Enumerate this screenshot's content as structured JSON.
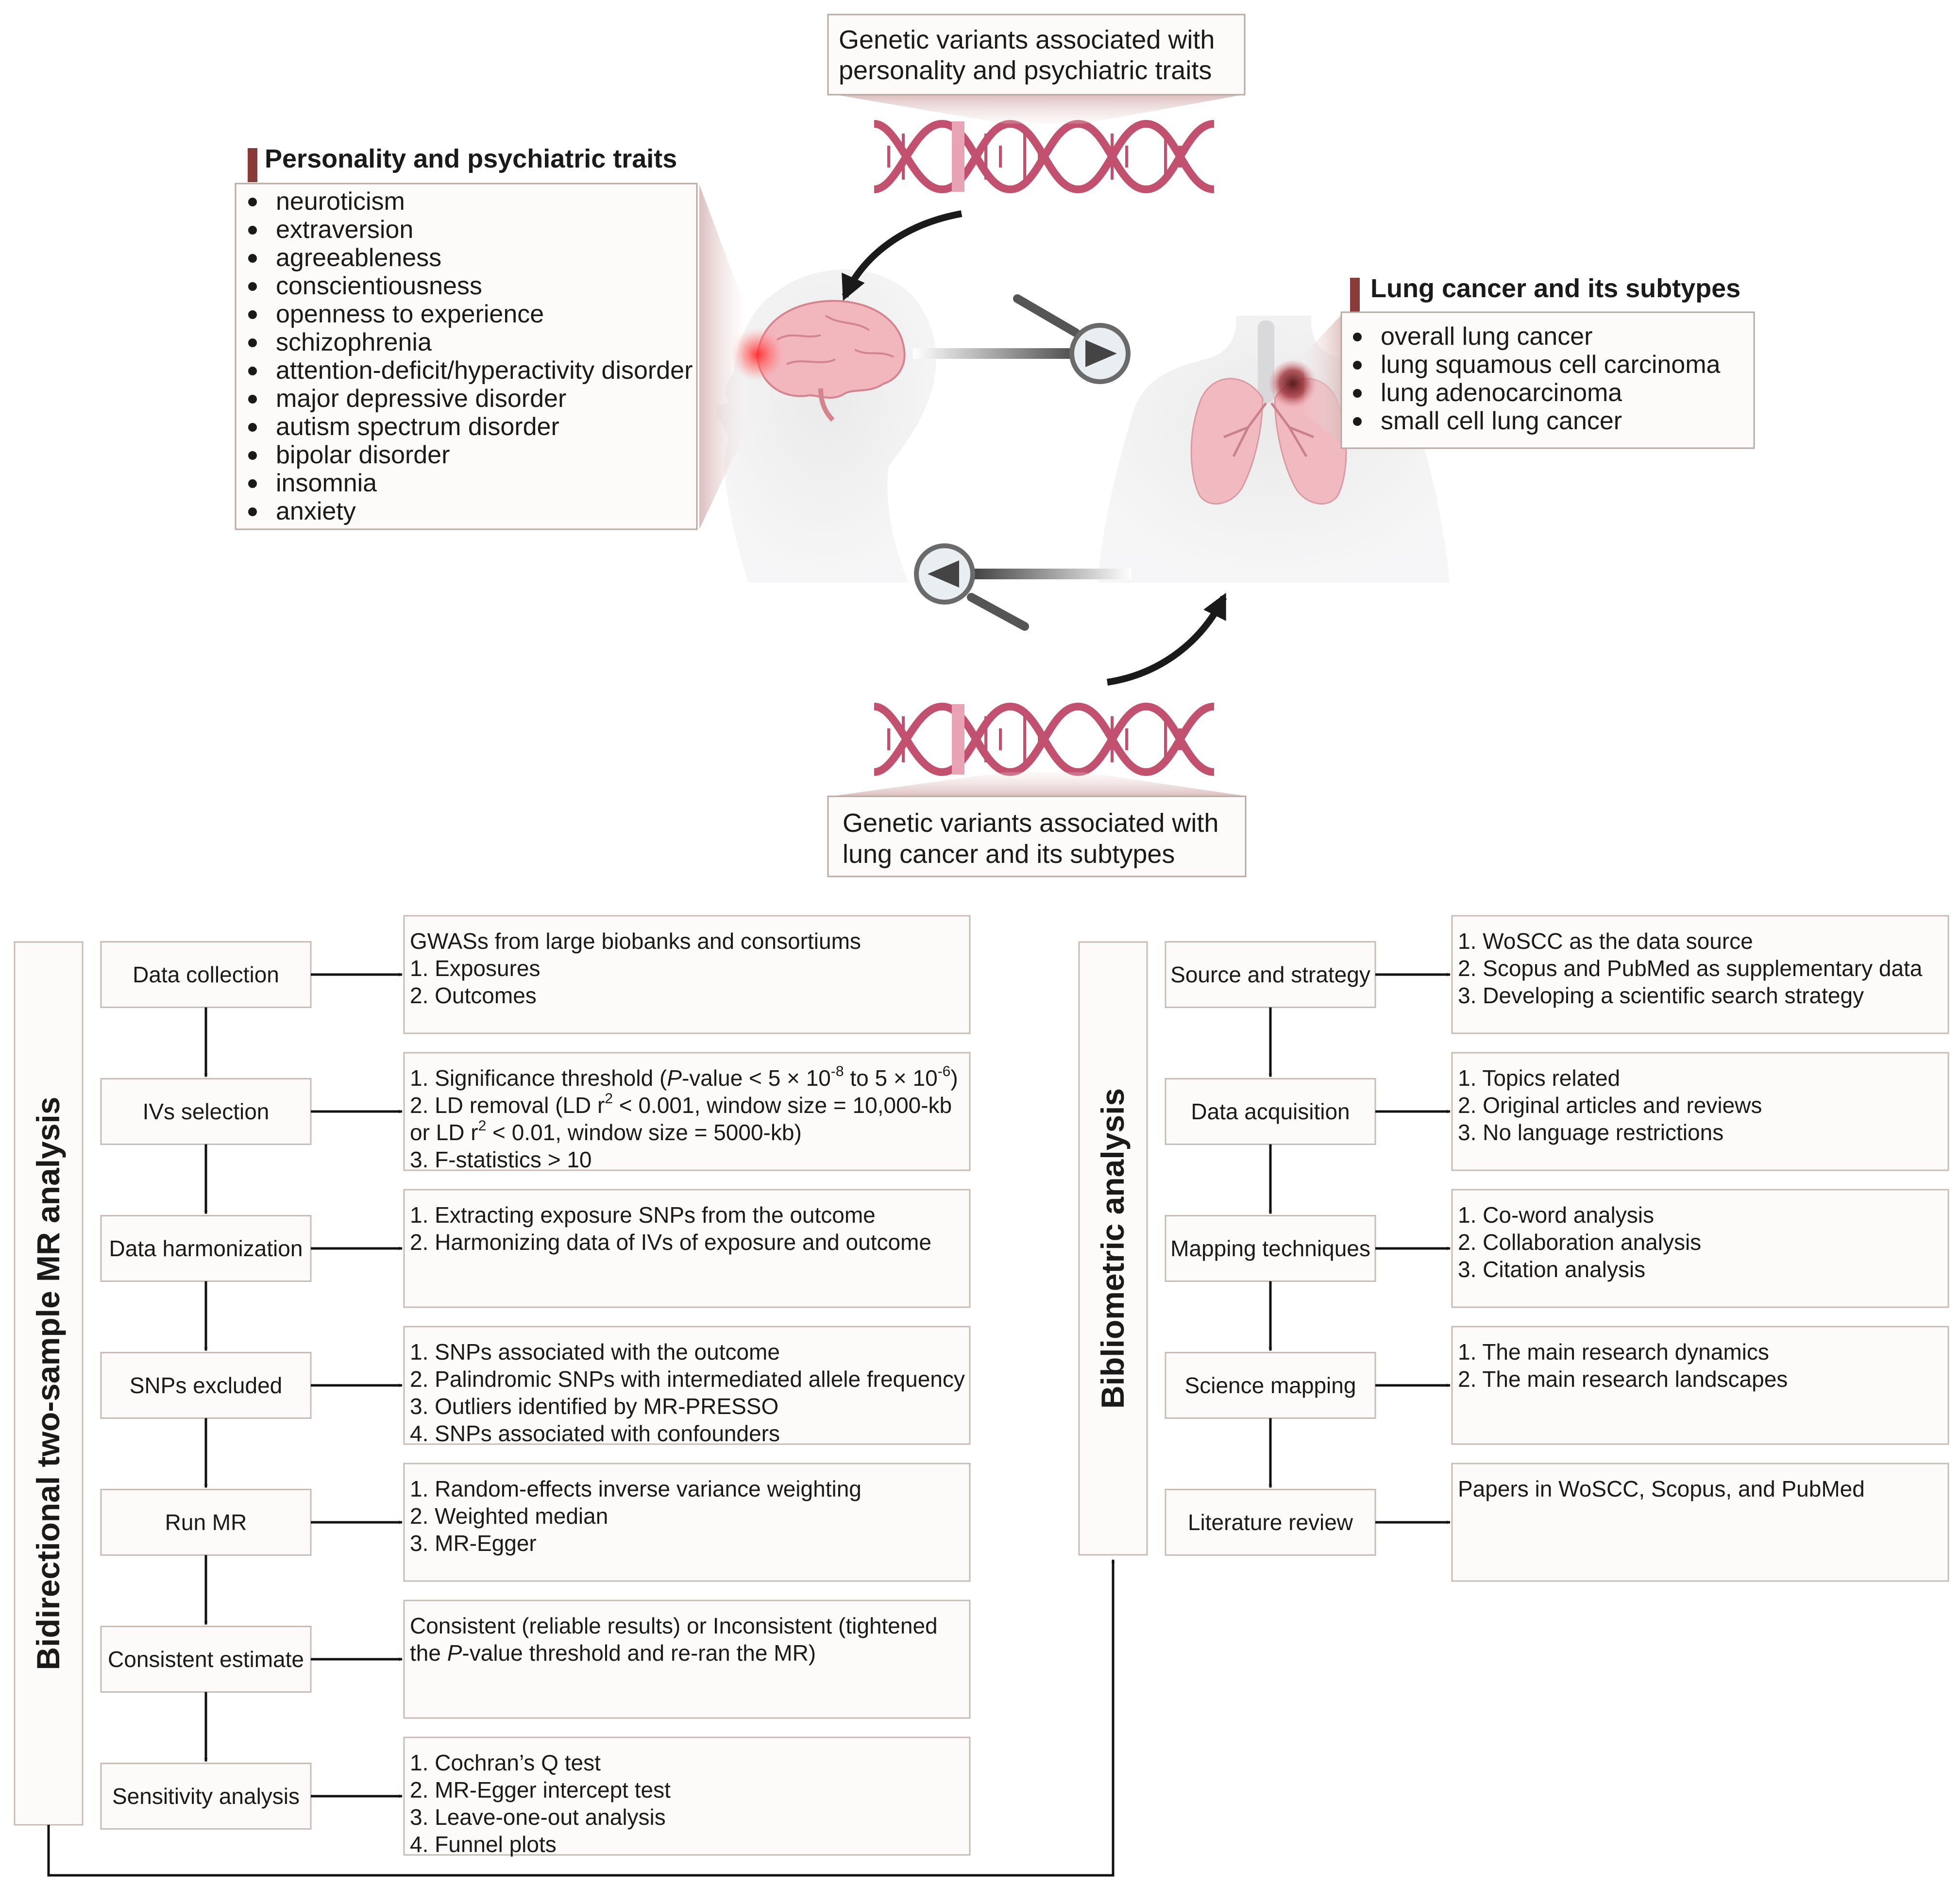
{
  "top": {
    "variants_personality": [
      "Genetic variants associated with",
      "personality and psychiatric traits"
    ],
    "variants_lung": [
      "Genetic variants associated with",
      "lung cancer and its subtypes"
    ],
    "personality_title": "Personality and psychiatric traits",
    "personality_items": [
      "neuroticism",
      "extraversion",
      "agreeableness",
      "conscientiousness",
      "openness to experience",
      "schizophrenia",
      "attention-deficit/hyperactivity disorder",
      "major depressive disorder",
      "autism spectrum disorder",
      "bipolar disorder",
      "insomnia",
      "anxiety"
    ],
    "lung_title": "Lung cancer and its subtypes",
    "lung_items": [
      "overall lung cancer",
      "lung squamous cell carcinoma",
      "lung adenocarcinoma",
      "small cell lung cancer"
    ]
  },
  "mr": {
    "title": "Bidirectional two-sample MR analysis",
    "steps": [
      {
        "label": "Data collection",
        "details": [
          "GWASs from large biobanks and consortiums",
          "1. Exposures",
          "2. Outcomes"
        ]
      },
      {
        "label": "IVs selection",
        "details": [
          "1. Significance threshold (P-value < 5 × 10-8 to 5 × 10-6)",
          "2. LD removal (LD r2 < 0.001, window size = 10,000-kb",
          "or LD r2 < 0.01, window size = 5000-kb)",
          "3. F-statistics > 10"
        ]
      },
      {
        "label": "Data harmonization",
        "details": [
          "1. Extracting exposure SNPs from the outcome",
          "2. Harmonizing data of IVs of exposure and outcome"
        ]
      },
      {
        "label": "SNPs excluded",
        "details": [
          "1. SNPs associated with the outcome",
          "2. Palindromic SNPs with intermediated allele frequency",
          "3. Outliers identified by MR-PRESSO",
          "4. SNPs associated with confounders"
        ]
      },
      {
        "label": "Run MR",
        "details": [
          "1. Random-effects inverse variance weighting",
          "2. Weighted median",
          "3. MR-Egger"
        ]
      },
      {
        "label": "Consistent estimate",
        "details": [
          "Consistent (reliable results) or Inconsistent (tightened",
          "the P-value threshold and re-ran the MR)"
        ]
      },
      {
        "label": "Sensitivity analysis",
        "details": [
          "1. Cochran’s Q test",
          "2. MR-Egger intercept test",
          "3. Leave-one-out analysis",
          "4. Funnel plots"
        ]
      }
    ]
  },
  "biblio": {
    "title": "Bibliometric analysis",
    "steps": [
      {
        "label": "Source and strategy",
        "details": [
          "1. WoSCC as the data source",
          "2. Scopus and PubMed as supplementary data",
          "3. Developing a scientific search strategy"
        ]
      },
      {
        "label": "Data acquisition",
        "details": [
          "1. Topics related",
          "2. Original articles and reviews",
          "3. No language restrictions"
        ]
      },
      {
        "label": "Mapping techniques",
        "details": [
          "1. Co-word analysis",
          "2. Collaboration analysis",
          "3. Citation analysis"
        ]
      },
      {
        "label": "Science mapping",
        "details": [
          "1. The main research dynamics",
          "2. The main research landscapes"
        ]
      },
      {
        "label": "Literature review",
        "details": [
          "Papers in WoSCC, Scopus, and PubMed"
        ]
      }
    ]
  },
  "colors": {
    "dna": "#c2506f",
    "dna_light": "#e8a3b4",
    "accent_bar": "#8b3a3a",
    "box_border": "#c9bcb6",
    "box_fill": "#fdfbf9"
  }
}
